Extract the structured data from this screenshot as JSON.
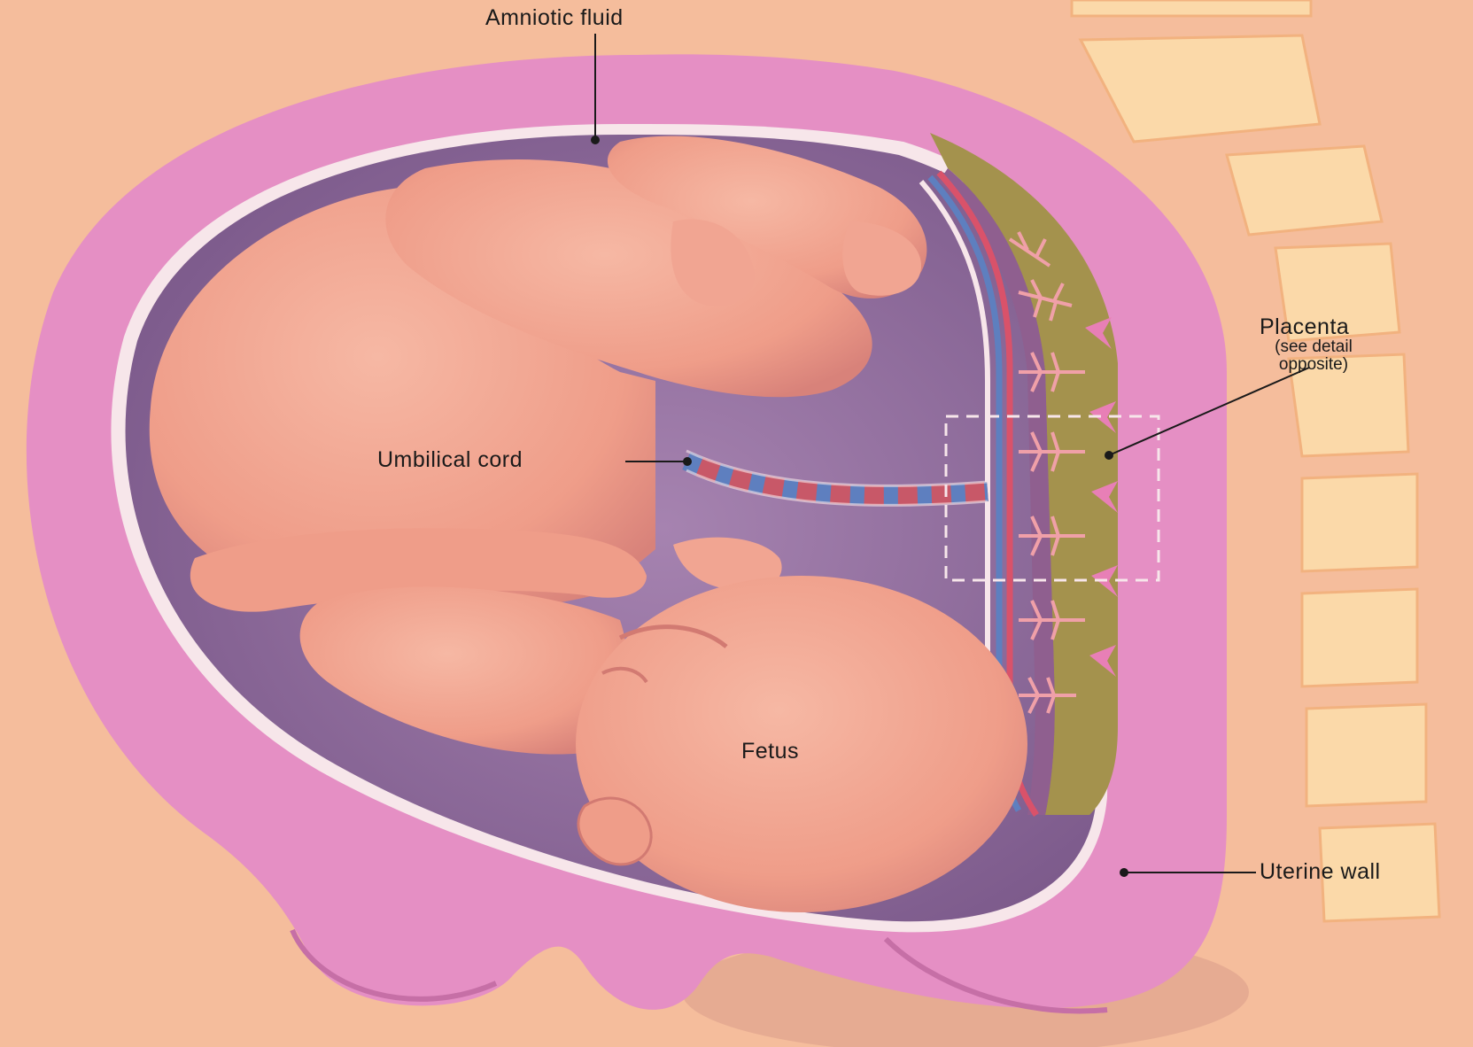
{
  "diagram": {
    "labels": {
      "amniotic_fluid": "Amniotic fluid",
      "placenta": "Placenta",
      "placenta_note_line1": "(see detail",
      "placenta_note_line2": "opposite)",
      "umbilical_cord": "Umbilical cord",
      "fetus": "Fetus",
      "uterine_wall": "Uterine wall"
    },
    "colors": {
      "background": "#f5bd9c",
      "uterine_wall": "#e58fc4",
      "amniotic_cavity": "#8f6c9d",
      "membrane": "#f7e6ea",
      "fetus_skin": "#f1a592",
      "placenta": "#a4924d",
      "artery": "#d9526a",
      "vein": "#5e7fbf",
      "spine": "#fbd9a9"
    }
  }
}
